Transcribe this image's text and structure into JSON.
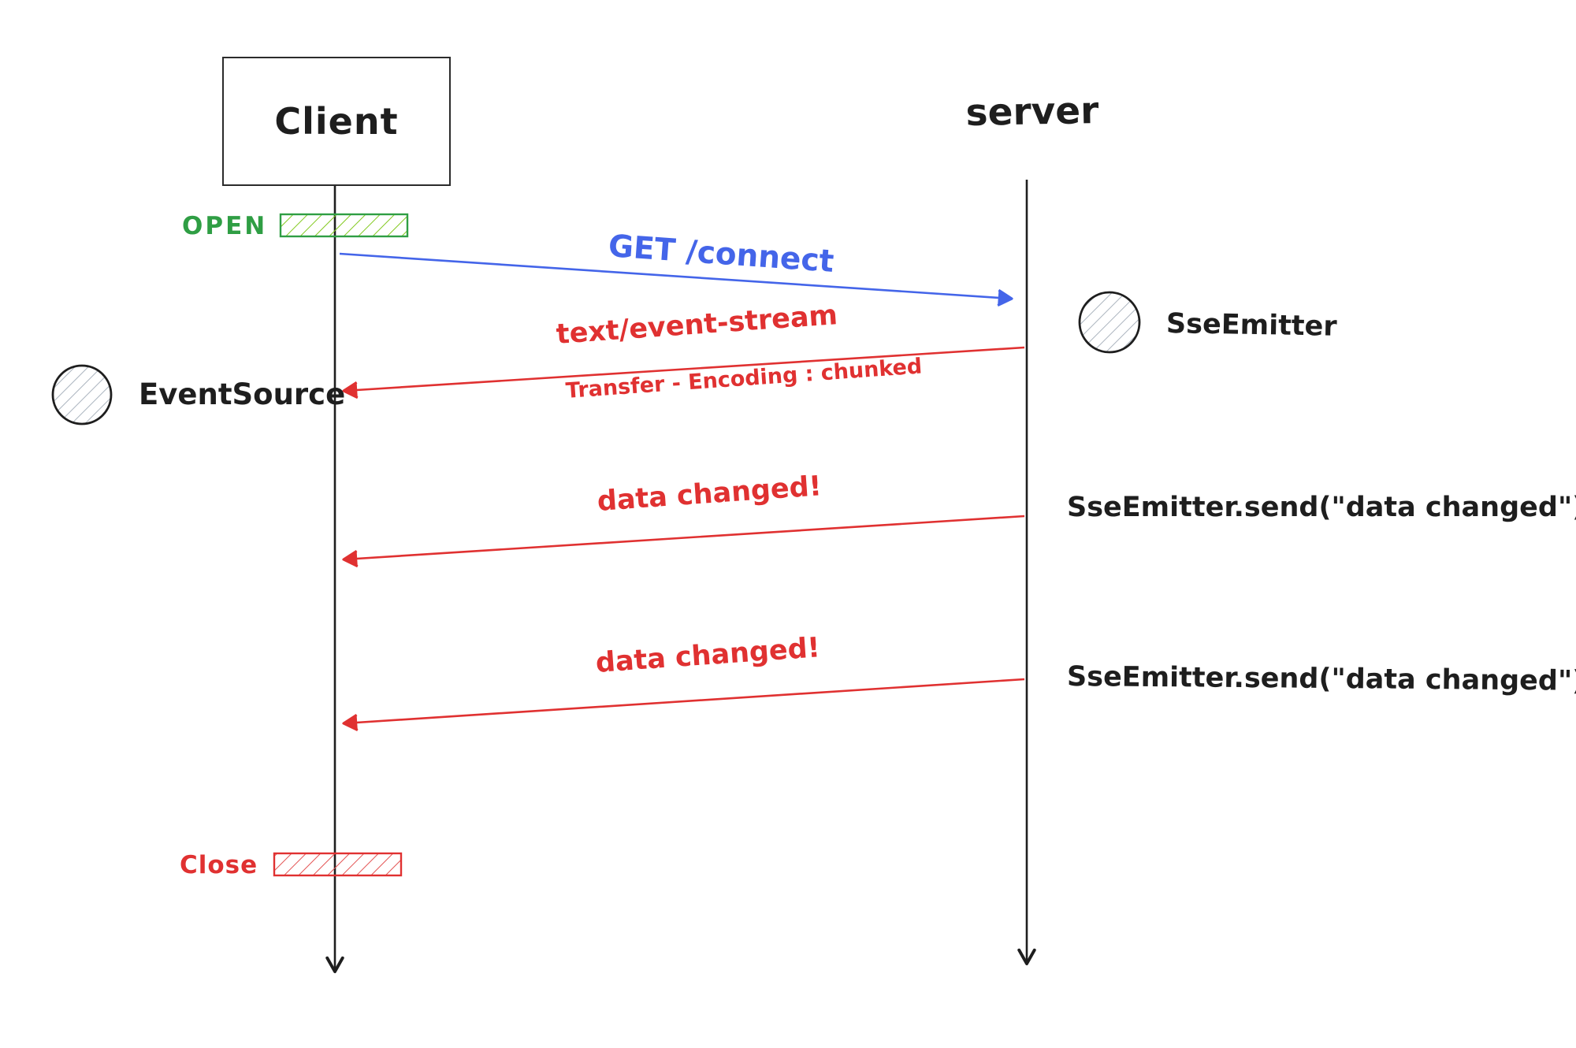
{
  "diagram": {
    "type": "sequence-diagram",
    "actors": [
      {
        "id": "client",
        "label": "Client",
        "style": "boxed"
      },
      {
        "id": "server",
        "label": "server",
        "style": "plain"
      }
    ],
    "lifecycle": {
      "open": "OPEN",
      "close": "Close"
    },
    "objects": [
      {
        "id": "event-source",
        "label": "EventSource",
        "side": "client",
        "icon": "hatched-circle-icon"
      },
      {
        "id": "sse-emitter",
        "label": "SseEmitter",
        "side": "server",
        "icon": "hatched-circle-icon"
      }
    ],
    "messages": [
      {
        "label": "GET /connect",
        "from": "client",
        "to": "server",
        "color": "#4465e9"
      },
      {
        "label": "text/event-stream",
        "sublabel": "Transfer - Encoding : chunked",
        "from": "server",
        "to": "client",
        "color": "#e03131"
      },
      {
        "label": "data changed!",
        "annotation": "SseEmitter.send(\"data changed\")",
        "from": "server",
        "to": "client",
        "color": "#e03131"
      },
      {
        "label": "data changed!",
        "annotation": "SseEmitter.send(\"data changed\")",
        "from": "server",
        "to": "client",
        "color": "#e03131"
      }
    ],
    "colors": {
      "ink": "#1e1e1e",
      "blue": "#4465e9",
      "red": "#e03131",
      "green": "#2f9e44",
      "green_hatch": "#82c91e",
      "red_hatch": "#e35252",
      "gray_hatch": "#94a0ad",
      "background": "#ffffff"
    }
  }
}
